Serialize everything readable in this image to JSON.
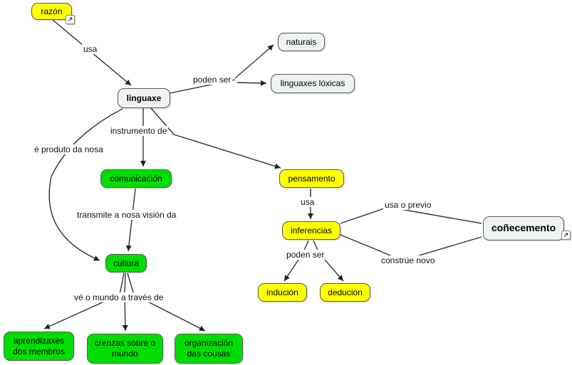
{
  "diagram": {
    "title": "concept map about linguaxe",
    "nodes": [
      {
        "id": "razon",
        "label": "razón",
        "type": "yellow",
        "has_resource_icon": true
      },
      {
        "id": "linguaxe",
        "label": "linguaxe",
        "type": "light-bold"
      },
      {
        "id": "naturais",
        "label": "naturais",
        "type": "light"
      },
      {
        "id": "linguaxes-loxicas",
        "label": "linguaxes lóxicas",
        "type": "light"
      },
      {
        "id": "comunicacion",
        "label": "comunicación",
        "type": "green"
      },
      {
        "id": "pensamento",
        "label": "pensamento",
        "type": "yellow"
      },
      {
        "id": "inferencias",
        "label": "inferencias",
        "type": "yellow"
      },
      {
        "id": "conecemento",
        "label": "coñecemento",
        "type": "light-bold",
        "has_resource_icon": true
      },
      {
        "id": "cultura",
        "label": "cultura",
        "type": "green"
      },
      {
        "id": "inducion",
        "label": "indución",
        "type": "yellow"
      },
      {
        "id": "deducion",
        "label": "dedución",
        "type": "yellow"
      },
      {
        "id": "aprendizaxes",
        "label": "aprendizaxes dos membros",
        "type": "green"
      },
      {
        "id": "crenzas",
        "label": "crenzas sobre o mundo",
        "type": "green"
      },
      {
        "id": "organizacion",
        "label": "organización das cousas",
        "type": "green"
      }
    ],
    "edge_labels": [
      {
        "id": "usa-1",
        "label": "usa"
      },
      {
        "id": "poden-ser-1",
        "label": "poden ser"
      },
      {
        "id": "instrumento-de",
        "label": "instrumento de"
      },
      {
        "id": "e-produto-da-nosa",
        "label": "é produto da nosa"
      },
      {
        "id": "transmite",
        "label": "transmite a nosa visión da"
      },
      {
        "id": "usa-2",
        "label": "usa"
      },
      {
        "id": "usa-o-previo",
        "label": "usa o previo"
      },
      {
        "id": "poden-ser-2",
        "label": "poden ser"
      },
      {
        "id": "construe-novo",
        "label": "constrúe novo"
      },
      {
        "id": "ve-o-mundo",
        "label": "vé o mundo a través de"
      }
    ],
    "icons": {
      "resource_link_glyph": "↗"
    },
    "colors": {
      "yellow": "#ffff00",
      "green": "#00dd00",
      "light": "#eef2f2",
      "border": "#5a5a5a",
      "line": "#333333"
    }
  }
}
